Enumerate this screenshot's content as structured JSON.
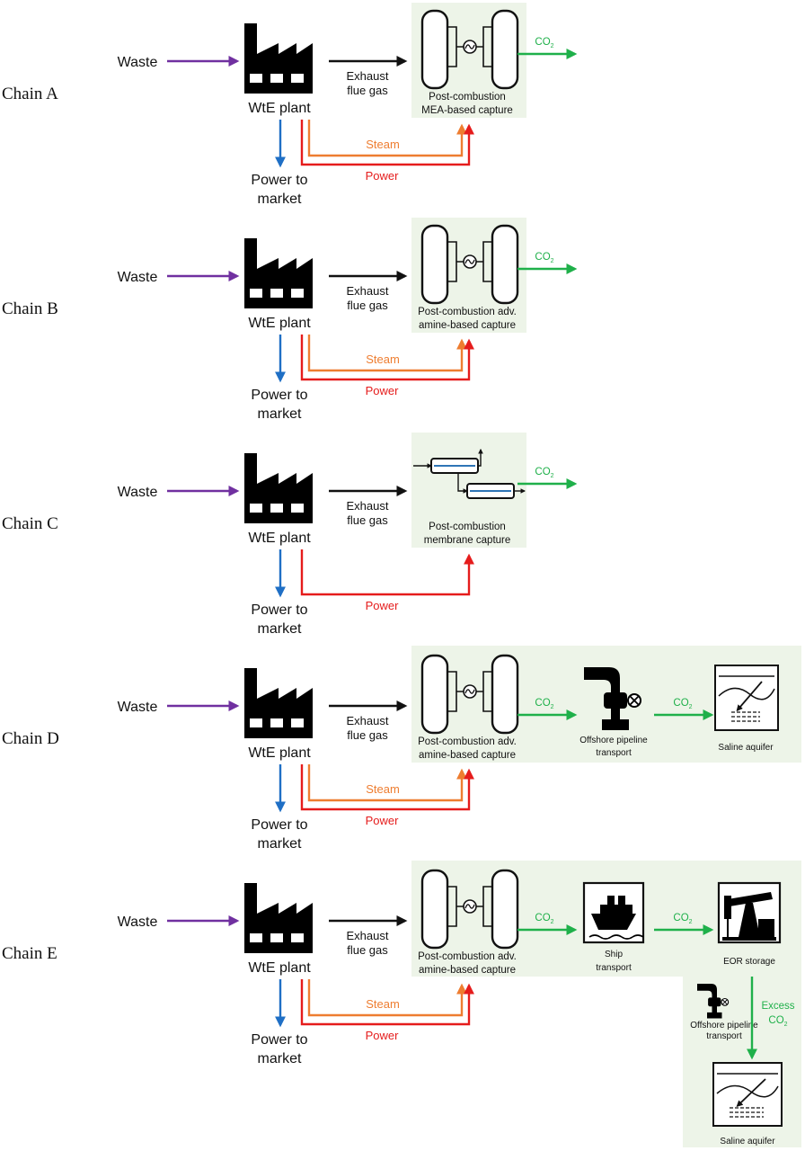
{
  "chains": [
    {
      "id": "A",
      "label": "Chain A",
      "input": "Waste",
      "plant": "WtE plant",
      "exhaust": [
        "Exhaust",
        "flue gas"
      ],
      "power_out": [
        "Power to",
        "market"
      ],
      "steam": "Steam",
      "power": "Power",
      "capture_type": "amine",
      "capture_label": [
        "Post-combustion",
        "MEA-based capture"
      ],
      "co2": "CO",
      "co2_sub": "2"
    },
    {
      "id": "B",
      "label": "Chain B",
      "input": "Waste",
      "plant": "WtE plant",
      "exhaust": [
        "Exhaust",
        "flue gas"
      ],
      "power_out": [
        "Power to",
        "market"
      ],
      "steam": "Steam",
      "power": "Power",
      "capture_type": "amine",
      "capture_label": [
        "Post-combustion adv.",
        "amine-based capture"
      ],
      "co2": "CO",
      "co2_sub": "2"
    },
    {
      "id": "C",
      "label": "Chain C",
      "input": "Waste",
      "plant": "WtE plant",
      "exhaust": [
        "Exhaust",
        "flue gas"
      ],
      "power_out": [
        "Power to",
        "market"
      ],
      "steam": "",
      "power": "Power",
      "capture_type": "membrane",
      "capture_label": [
        "Post-combustion",
        "membrane capture"
      ],
      "co2": "CO",
      "co2_sub": "2"
    },
    {
      "id": "D",
      "label": "Chain D",
      "input": "Waste",
      "plant": "WtE plant",
      "exhaust": [
        "Exhaust",
        "flue gas"
      ],
      "power_out": [
        "Power to",
        "market"
      ],
      "steam": "Steam",
      "power": "Power",
      "capture_type": "amine",
      "capture_label": [
        "Post-combustion adv.",
        "amine-based capture"
      ],
      "co2": "CO",
      "co2_sub": "2",
      "transport_label": [
        "Offshore pipeline",
        "transport"
      ],
      "storage_label": "Saline aquifer"
    },
    {
      "id": "E",
      "label": "Chain E",
      "input": "Waste",
      "plant": "WtE plant",
      "exhaust": [
        "Exhaust",
        "flue gas"
      ],
      "power_out": [
        "Power to",
        "market"
      ],
      "steam": "Steam",
      "power": "Power",
      "capture_type": "amine",
      "capture_label": [
        "Post-combustion adv.",
        "amine-based capture"
      ],
      "co2": "CO",
      "co2_sub": "2",
      "transport_label": [
        "Ship",
        "transport"
      ],
      "storage_label": "EOR storage",
      "excess_label": [
        "Excess",
        "CO"
      ],
      "excess_transport_label": [
        "Offshore pipeline",
        "transport"
      ],
      "final_storage_label": "Saline aquifer"
    }
  ],
  "colors": {
    "waste": "#7030a0",
    "power_market": "#1f6fc5",
    "steam": "#ee7d30",
    "power": "#e51c1c",
    "co2": "#1fb04a",
    "capture_bg": "#edf4e8",
    "heat_exchanger_line": "#2e75b6"
  },
  "icons": {
    "plant": "factory-icon",
    "capture_amine": "absorber-stripper-icon",
    "capture_membrane": "membrane-module-icon",
    "pipeline": "pipeline-valve-icon",
    "ship": "ship-icon",
    "eor": "pumpjack-icon",
    "aquifer": "saline-aquifer-icon"
  }
}
